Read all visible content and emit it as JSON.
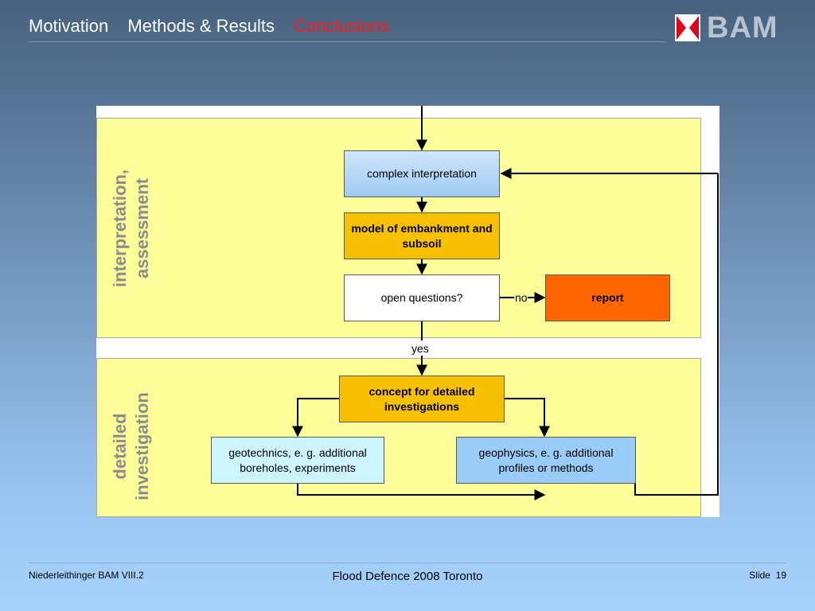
{
  "nav": {
    "items": [
      "Motivation",
      "Methods & Results",
      "Conclusions"
    ],
    "active_index": 2
  },
  "logo": {
    "text": "BAM",
    "mark_color": "#e2001a"
  },
  "diagram": {
    "sections": {
      "top": "interpretation, assessment",
      "bottom": "detailed investigation"
    },
    "nodes": {
      "complex_interpretation": "complex interpretation",
      "model": "model of embankment and subsoil",
      "open_questions": "open questions?",
      "report": "report",
      "concept": "concept for detailed investigations",
      "geotechnics": "geotechnics, e. g. additional boreholes, experiments",
      "geophysics": "geophysics, e. g. additional profiles or methods"
    },
    "edge_labels": {
      "no": "no",
      "yes": "yes"
    },
    "colors": {
      "band": "#ffff99",
      "orange": "#f7c000",
      "report": "#ff6600",
      "light_cyan": "#ccf5ff",
      "light_blue": "#99ccf7"
    }
  },
  "footer": {
    "left": "Niederleithinger BAM VIII.2",
    "center": "Flood Defence 2008 Toronto",
    "slide_label": "Slide",
    "slide_number": "19"
  }
}
